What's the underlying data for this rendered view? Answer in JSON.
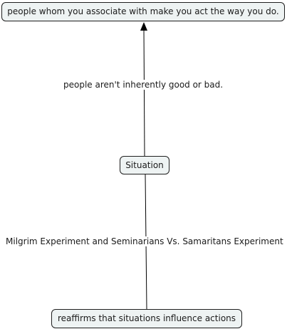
{
  "nodes": {
    "top": "people whom you associate with make you act the way you do.",
    "situation": "Situation",
    "bottom": "reaffirms that situations influence actions"
  },
  "links": {
    "upper_label": "people aren't inherently good or bad.",
    "lower_label": "Milgrim Experiment and Seminarians Vs. Samaritans Experiment"
  }
}
